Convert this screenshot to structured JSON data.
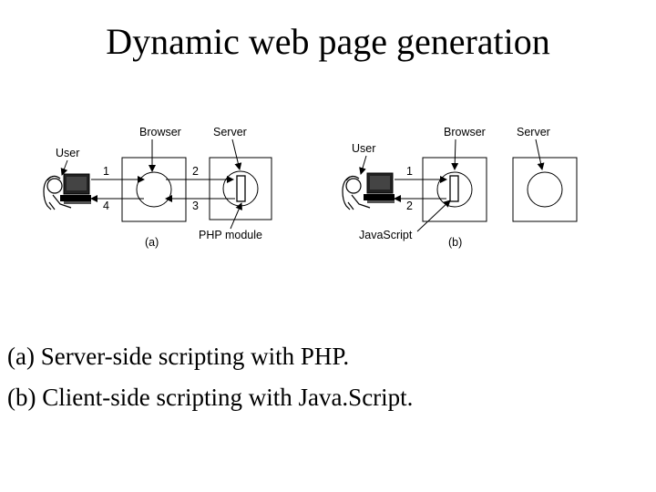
{
  "slide": {
    "title": "Dynamic web page generation",
    "caption_a": "(a) Server-side scripting with PHP.",
    "caption_b": "(b) Client-side scripting with Java.Script."
  },
  "figure_a": {
    "label": "(a)",
    "browser_label": "Browser",
    "server_label": "Server",
    "user_label": "User",
    "module_label": "PHP module",
    "arrows": [
      "1",
      "2",
      "3",
      "4"
    ]
  },
  "figure_b": {
    "label": "(b)",
    "browser_label": "Browser",
    "server_label": "Server",
    "user_label": "User",
    "script_label": "JavaScript",
    "arrows": [
      "1",
      "2"
    ]
  }
}
